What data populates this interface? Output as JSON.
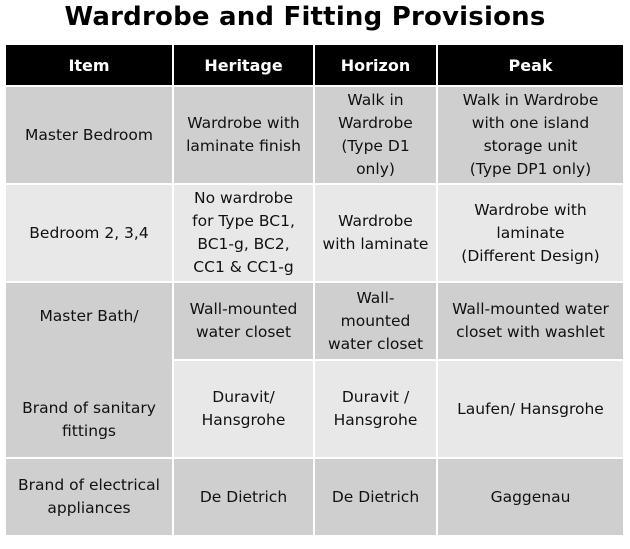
{
  "title": "Wardrobe and Fitting Provisions",
  "columns": [
    "Item",
    "Heritage",
    "Horizon",
    "Peak"
  ],
  "rows": [
    {
      "item": [
        "Master Bedroom"
      ],
      "heritage": [
        "Wardrobe with",
        "laminate finish"
      ],
      "horizon": [
        "Walk in",
        "Wardrobe",
        "(Type D1",
        "only)"
      ],
      "peak": [
        "Walk in Wardrobe",
        "with one island",
        "storage unit",
        "(Type DP1 only)"
      ]
    },
    {
      "item": [
        "Bedroom 2, 3,4"
      ],
      "heritage": [
        "No wardrobe",
        "for Type BC1,",
        "BC1-g, BC2,",
        "CC1 & CC1-g"
      ],
      "horizon": [
        "Wardrobe",
        "with laminate"
      ],
      "peak": [
        "Wardrobe with",
        "laminate",
        "(Different Design)"
      ]
    },
    {
      "item": [
        "Master Bath/",
        "",
        "",
        "",
        "Brand of sanitary",
        "fittings"
      ],
      "heritage": [
        "Wall-mounted",
        "water closet"
      ],
      "horizon": [
        "Wall-",
        "mounted",
        "water closet"
      ],
      "peak": [
        "Wall-mounted water",
        "closet with washlet"
      ]
    },
    {
      "heritage": [
        "Duravit/",
        "Hansgrohe"
      ],
      "horizon": [
        "Duravit /",
        "Hansgrohe"
      ],
      "peak": [
        "Laufen/ Hansgrohe"
      ]
    },
    {
      "item": [
        "Brand of electrical",
        "appliances"
      ],
      "heritage": [
        "De Dietrich"
      ],
      "horizon": [
        "De Dietrich"
      ],
      "peak": [
        "Gaggenau"
      ]
    }
  ]
}
